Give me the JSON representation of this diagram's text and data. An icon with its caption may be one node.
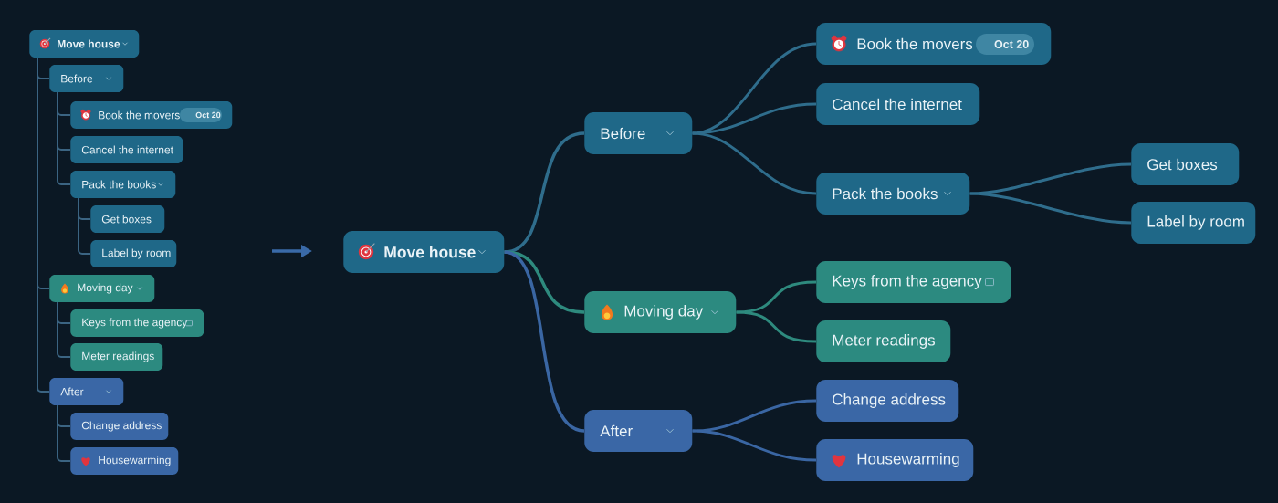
{
  "diagram": {
    "nodes": [
      {
        "text": [
          "Move house"
        ]
      },
      {
        "text": [
          "Before"
        ]
      },
      {
        "text": [
          "Book the movers",
          "Oct 20"
        ]
      },
      {
        "text": [
          "Cancel the internet"
        ]
      },
      {
        "text": [
          "Pack the books"
        ]
      },
      {
        "text": [
          "Get boxes"
        ]
      },
      {
        "text": [
          "Label by room"
        ]
      },
      {
        "text": [
          "Moving day"
        ]
      },
      {
        "text": [
          "Keys from the agency"
        ]
      },
      {
        "text": [
          "Meter readings"
        ]
      },
      {
        "text": [
          "After"
        ]
      },
      {
        "text": [
          "Change address"
        ]
      },
      {
        "text": [
          "Housewarming"
        ]
      },
      {
        "text": [
          "Move house"
        ]
      },
      {
        "text": [
          "Before"
        ]
      },
      {
        "text": [
          "Book the movers",
          "Oct 20"
        ]
      },
      {
        "text": [
          "Cancel the internet"
        ]
      },
      {
        "text": [
          "Pack the books"
        ]
      },
      {
        "text": [
          "Get boxes"
        ]
      },
      {
        "text": [
          "Label by room"
        ]
      },
      {
        "text": [
          "Moving day"
        ]
      },
      {
        "text": [
          "Keys from the agency"
        ]
      },
      {
        "text": [
          "Meter readings"
        ]
      },
      {
        "text": [
          "After"
        ]
      },
      {
        "text": [
          "Change address"
        ]
      },
      {
        "text": [
          "Housewarming"
        ]
      }
    ],
    "edges": [
      {
        "from": 0,
        "to": 1,
        "arrow": "none"
      },
      {
        "from": 1,
        "to": 2,
        "arrow": "none"
      },
      {
        "from": 1,
        "to": 3,
        "arrow": "none"
      },
      {
        "from": 1,
        "to": 4,
        "arrow": "none"
      },
      {
        "from": 4,
        "to": 5,
        "arrow": "none"
      },
      {
        "from": 4,
        "to": 6,
        "arrow": "none"
      },
      {
        "from": 0,
        "to": 7,
        "arrow": "none"
      },
      {
        "from": 7,
        "to": 8,
        "arrow": "none"
      },
      {
        "from": 7,
        "to": 9,
        "arrow": "none"
      },
      {
        "from": 0,
        "to": 10,
        "arrow": "none"
      },
      {
        "from": 10,
        "to": 11,
        "arrow": "none"
      },
      {
        "from": 10,
        "to": 12,
        "arrow": "none"
      },
      {
        "from": 13,
        "to": 14,
        "arrow": "none",
        "color": "#2f6d8c"
      },
      {
        "from": 14,
        "to": 15,
        "arrow": "none",
        "color": "#2f6d8c"
      },
      {
        "from": 14,
        "to": 16,
        "arrow": "none",
        "color": "#2f6d8c"
      },
      {
        "from": 14,
        "to": 17,
        "arrow": "none",
        "color": "#2f6d8c"
      },
      {
        "from": 17,
        "to": 18,
        "arrow": "none",
        "color": "#2f6d8c"
      },
      {
        "from": 17,
        "to": 19,
        "arrow": "none",
        "color": "#2f6d8c"
      },
      {
        "from": 13,
        "to": 20,
        "arrow": "none",
        "color": "#2e8a7e"
      },
      {
        "from": 20,
        "to": 21,
        "arrow": "none",
        "color": "#2e8a7e"
      },
      {
        "from": 20,
        "to": 22,
        "arrow": "none",
        "color": "#2e8a7e"
      },
      {
        "from": 13,
        "to": 23,
        "arrow": "none",
        "color": "#3a66a3"
      },
      {
        "from": 23,
        "to": 24,
        "arrow": "none",
        "color": "#3a66a3"
      },
      {
        "from": 23,
        "to": 25,
        "arrow": "none",
        "color": "#3a66a3"
      }
    ]
  }
}
